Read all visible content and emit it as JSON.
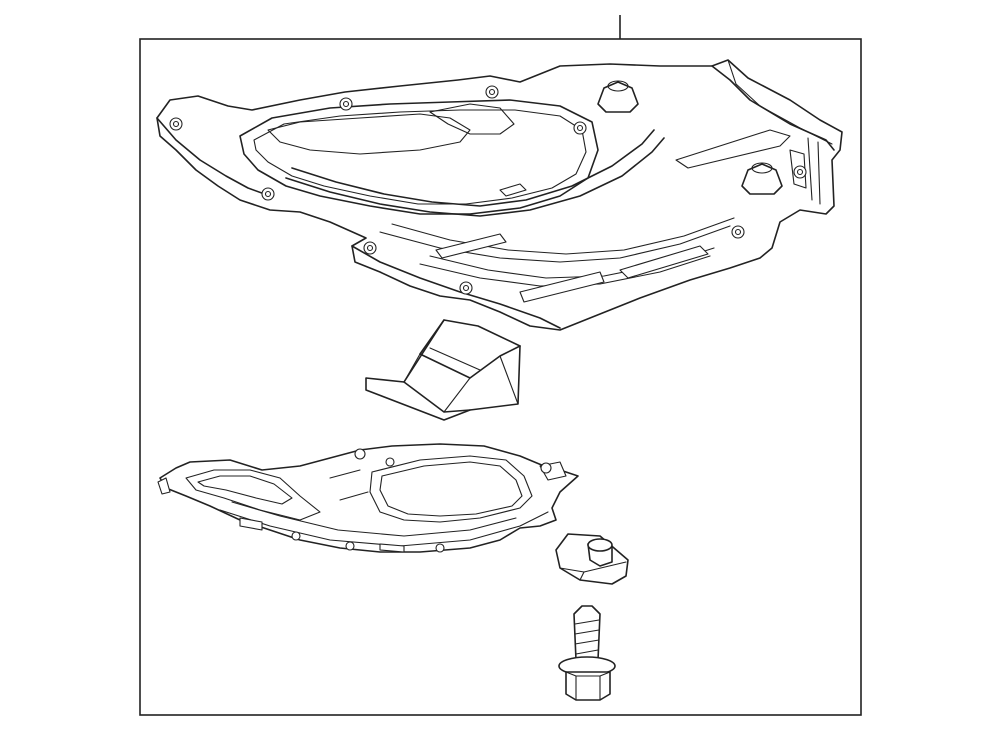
{
  "diagram": {
    "parts": [
      "engine-under-cover",
      "cover-bracket",
      "lower-splash-shield",
      "clip-nut",
      "flange-bolt"
    ],
    "colors": {
      "line": "#222222",
      "background": "#ffffff"
    }
  }
}
